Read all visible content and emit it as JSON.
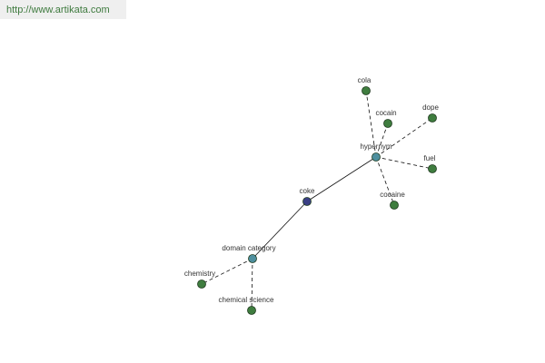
{
  "header": {
    "url": "http://www.artikata.com"
  },
  "colors": {
    "center_node": "#3a3f84",
    "relation_node": "#4e8f9e",
    "leaf_node": "#3f7d3f",
    "node_stroke": "#1e3a1e",
    "edge": "#111111",
    "label": "#333333",
    "url_text": "#3e7a3e",
    "url_bg": "#efefef"
  },
  "graph": {
    "center": {
      "id": "coke",
      "label": "coke"
    },
    "relations": [
      {
        "id": "hypernym",
        "label": "hypernym",
        "children": [
          {
            "id": "cola",
            "label": "cola"
          },
          {
            "id": "cocain",
            "label": "cocain"
          },
          {
            "id": "dope",
            "label": "dope"
          },
          {
            "id": "fuel",
            "label": "fuel"
          },
          {
            "id": "cocaine",
            "label": "cocaine"
          }
        ]
      },
      {
        "id": "domain-category",
        "label": "domain category",
        "children": [
          {
            "id": "chemistry",
            "label": "chemistry"
          },
          {
            "id": "chemical-science",
            "label": "chemical science"
          }
        ]
      }
    ]
  }
}
